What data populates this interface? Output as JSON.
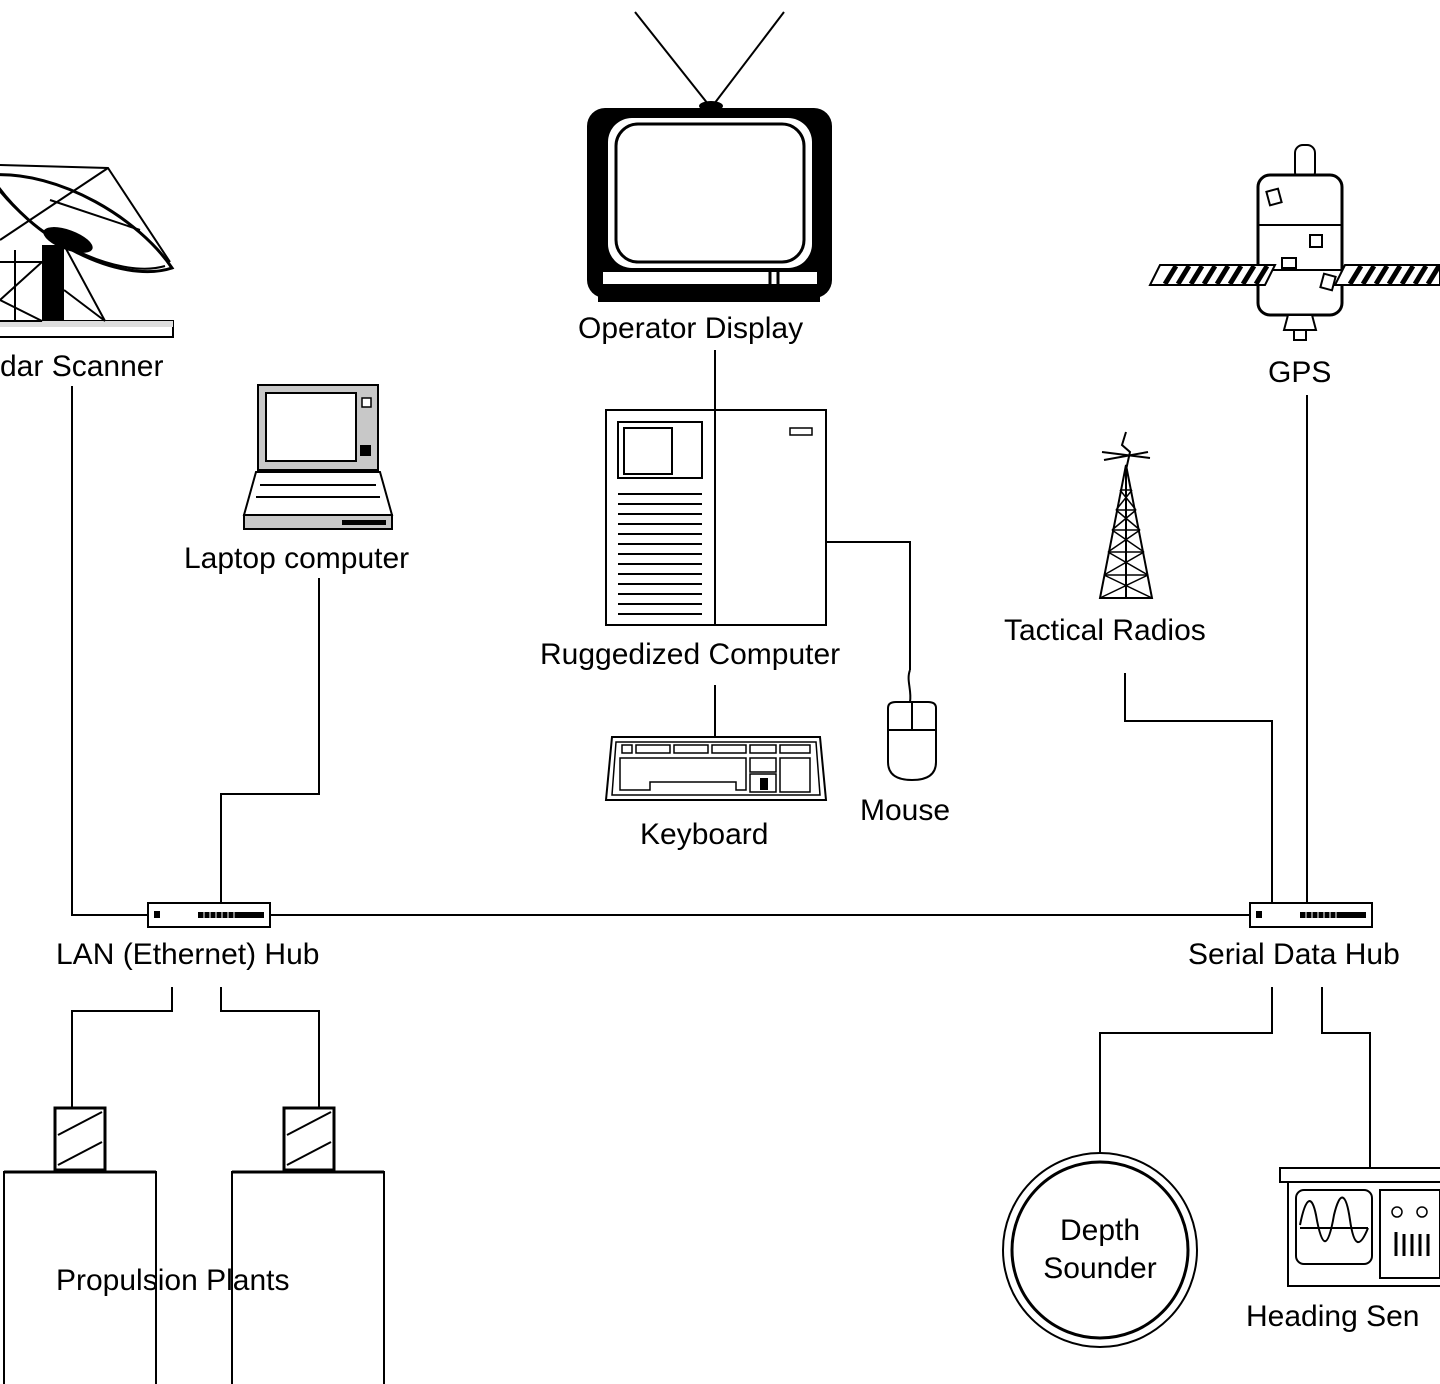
{
  "labels": {
    "radar_scanner": "dar Scanner",
    "operator_display": "Operator Display",
    "gps": "GPS",
    "laptop": "Laptop computer",
    "ruggedized_computer": "Ruggedized Computer",
    "tactical_radios": "Tactical Radios",
    "keyboard": "Keyboard",
    "mouse": "Mouse",
    "lan_hub": "LAN (Ethernet) Hub",
    "serial_hub": "Serial Data Hub",
    "propulsion_plants": "Propulsion Plants",
    "depth_sounder_line1": "Depth",
    "depth_sounder_line2": "Sounder",
    "heading_sensor": "Heading Sen"
  },
  "icons": {
    "radar": "radar-dish-icon",
    "tv": "crt-monitor-icon",
    "satellite": "satellite-icon",
    "laptop": "laptop-icon",
    "tower": "radio-tower-icon",
    "computer": "desktop-computer-icon",
    "keyboard": "keyboard-icon",
    "mouse": "mouse-icon",
    "hub": "network-hub-icon",
    "engine": "engine-block-icon",
    "gauge": "round-gauge-icon",
    "oscilloscope": "sensor-panel-icon"
  },
  "colors": {
    "line": "#000000",
    "background": "#ffffff",
    "device_fill": "#c8c8c8"
  }
}
